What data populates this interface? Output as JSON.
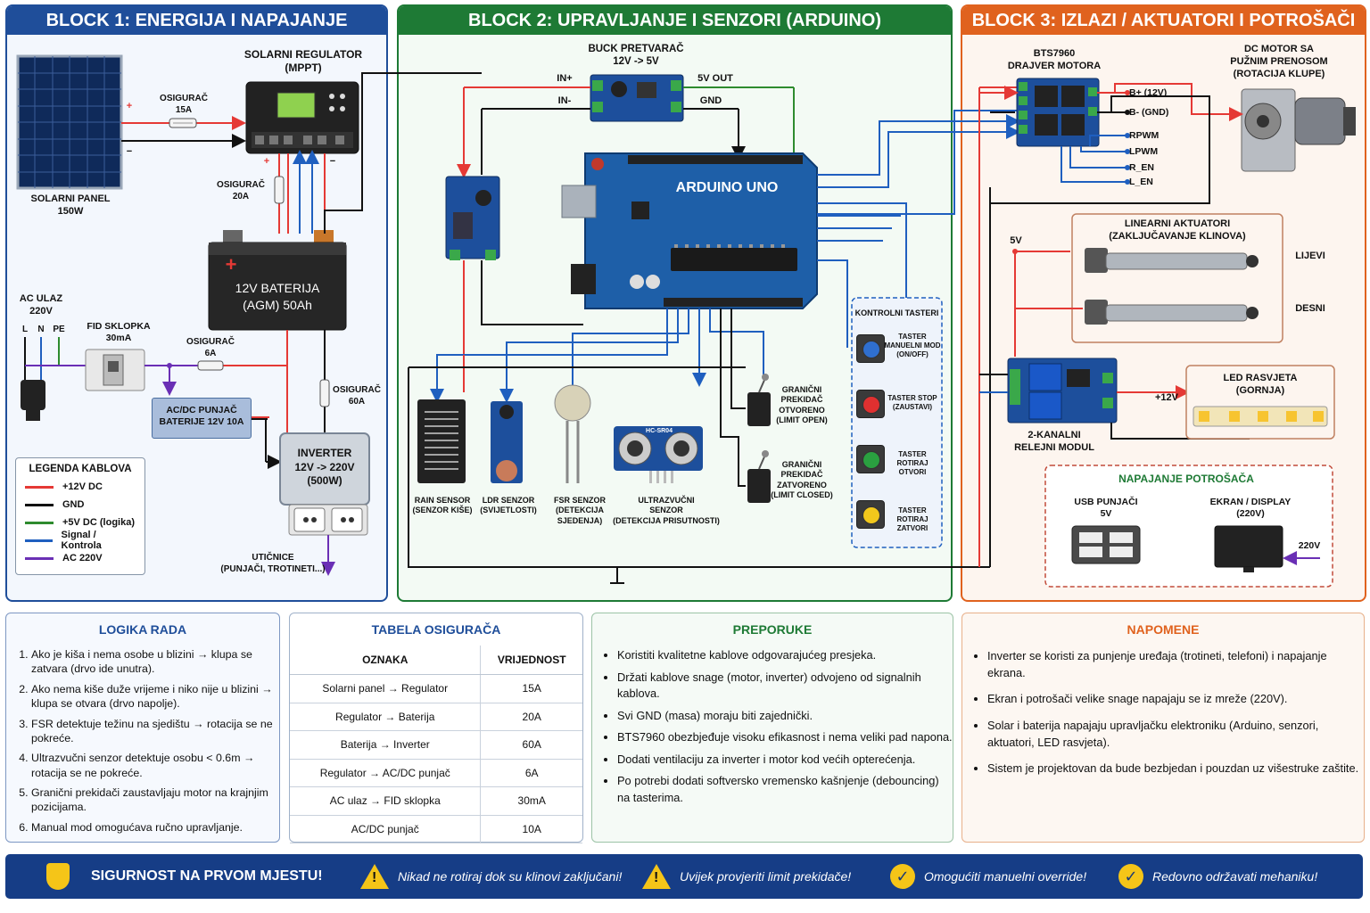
{
  "block1": {
    "title": "BLOCK 1: ENERGIJA I NAPAJANJE",
    "solar_panel_label": "SOLARNI PANEL\n150W",
    "regulator_label": "SOLARNI REGULATOR\n(MPPT)",
    "fuse1_label": "OSIGURAČ\n15A",
    "fuse2_label": "OSIGURAČ\n20A",
    "fuse3_label": "OSIGURAČ\n6A",
    "fuse4_label": "OSIGURAČ\n60A",
    "battery_label": "12V BATERIJA\n(AGM) 50Ah",
    "ac_input_label": "AC ULAZ\n220V",
    "ac_pins": [
      "L",
      "N",
      "PE"
    ],
    "rcd_label": "FID SKLOPKA\n30mA",
    "charger_label": "AC/DC PUNJAČ\nBATERIJE 12V 10A",
    "inverter_label": "INVERTER\n12V -> 220V\n(500W)",
    "sockets_label": "UTIČNICE\n(PUNJAČI, TROTINETI...)",
    "plus": "+",
    "minus": "−",
    "legend": {
      "title": "LEGENDA KABLOVA",
      "items": [
        {
          "label": "+12V DC",
          "color": "#e53935"
        },
        {
          "label": "GND",
          "color": "#111111"
        },
        {
          "label": "+5V DC (logika)",
          "color": "#2e8b2e"
        },
        {
          "label": "Signal / Kontrola",
          "color": "#1f5fbf"
        },
        {
          "label": "AC 220V",
          "color": "#6a2fb5"
        }
      ]
    }
  },
  "block2": {
    "title": "BLOCK 2: UPRAVLJANJE I SENZORI (ARDUINO)",
    "buck_label": "BUCK PRETVARAČ\n12V -> 5V",
    "buck_pins": {
      "in_plus": "IN+",
      "in_minus": "IN-",
      "out_5v": "5V OUT",
      "gnd": "GND"
    },
    "arduino_label": "ARDUINO UNO",
    "sensors": [
      {
        "label": "RAIN SENSOR\n(SENZOR KIŠE)"
      },
      {
        "label": "LDR SENZOR\n(SVIJETLOSTI)"
      },
      {
        "label": "FSR SENZOR\n(DETEKCIJA SJEDENJA)"
      },
      {
        "label": "ULTRAZVUČNI\nSENZOR\n(DETEKCIJA PRISUTNOSTI)"
      }
    ],
    "ultrasonic_chip": "HC-SR04",
    "limit_open": "GRANIČNI\nPREKIDAČ\nOTVORENO\n(LIMIT OPEN)",
    "limit_closed": "GRANIČNI\nPREKIDAČ\nZATVORENO\n(LIMIT CLOSED)",
    "buttons_title": "KONTROLNI TASTERI",
    "buttons": [
      {
        "label": "TASTER\nMANUELNI MOD\n(ON/OFF)",
        "color": "#2f6fcf"
      },
      {
        "label": "TASTER STOP\n(ZAUSTAVI)",
        "color": "#e03030"
      },
      {
        "label": "TASTER ROTIRAJ\nOTVORI",
        "color": "#2aa040"
      },
      {
        "label": "TASTER ROTIRAJ\nZATVORI",
        "color": "#f2c81c"
      }
    ]
  },
  "block3": {
    "title": "BLOCK 3: IZLAZI / AKTUATORI I POTROŠAČI",
    "driver_label": "BTS7960\nDRAJVER MOTORA",
    "driver_pins": [
      "B+ (12V)",
      "B- (GND)",
      "RPWM",
      "LPWM",
      "R_EN",
      "L_EN"
    ],
    "motor_label": "DC MOTOR SA\nPUŽNIM PRENOSOM\n(ROTACIJA KLUPE)",
    "actuators_label": "LINEARNI AKTUATORI\n(ZAKLJUČAVANJE KLINOVA)",
    "left_label": "LIJEVI",
    "right_label": "DESNI",
    "v5_label": "5V",
    "relay_label": "2-KANALNI\nRELEJNI MODUL",
    "led_label": "LED RASVJETA\n(GORNJA)",
    "v12_label": "+12V",
    "consumers_title": "NAPAJANJE POTROŠAČA",
    "usb_label": "USB PUNJAČI\n5V",
    "screen_label": "EKRAN / DISPLAY\n(220V)",
    "v220_label": "220V"
  },
  "logic": {
    "title": "LOGIKA RADA",
    "items": [
      "Ako je kiša i nema osobe u blizini → klupa se zatvara (drvo ide unutra).",
      "Ako nema kiše duže vrijeme i niko nije u blizini → klupa se otvara (drvo napolje).",
      "FSR detektuje težinu na sjedištu → rotacija se ne pokreće.",
      "Ultrazvučni senzor detektuje osobu < 0.6m → rotacija se ne pokreće.",
      "Granični prekidači zaustavljaju motor na krajnjim pozicijama.",
      "Manual mod omogućava ručno upravljanje."
    ]
  },
  "fuse_table": {
    "title": "TABELA OSIGURAČA",
    "headers": [
      "OZNAKA",
      "VRIJEDNOST"
    ],
    "rows": [
      [
        "Solarni panel → Regulator",
        "15A"
      ],
      [
        "Regulator → Baterija",
        "20A"
      ],
      [
        "Baterija → Inverter",
        "60A"
      ],
      [
        "Regulator → AC/DC punjač",
        "6A"
      ],
      [
        "AC ulaz → FID sklopka",
        "30mA"
      ],
      [
        "AC/DC punjač",
        "10A"
      ]
    ]
  },
  "recommendations": {
    "title": "PREPORUKE",
    "items": [
      "Koristiti kvalitetne kablove odgovarajućeg presjeka.",
      "Držati kablove snage (motor, inverter) odvojeno od signalnih kablova.",
      "Svi GND (masa) moraju biti zajednički.",
      "BTS7960 obezbjeđuje visoku efikasnost i nema veliki pad napona.",
      "Dodati ventilaciju za inverter i motor kod većih opterećenja.",
      "Po potrebi dodati softversko vremensko kašnjenje (debouncing) na tasterima."
    ]
  },
  "notes": {
    "title": "NAPOMENE",
    "items": [
      "Inverter se koristi za punjenje uređaja (trotineti, telefoni) i napajanje ekrana.",
      "Ekran i potrošači velike snage napajaju se iz mreže (220V).",
      "Solar i baterija napajaju upravljačku elektroniku (Arduino, senzori, aktuatori, LED rasvjeta).",
      "Sistem je projektovan da bude bezbjedan i pouzdan uz višestruke zaštite."
    ]
  },
  "banner": {
    "title": "SIGURNOST NA PRVOM MJESTU!",
    "items": [
      "Nikad ne rotiraj dok su klinovi zaključani!",
      "Uvijek provjeriti limit prekidače!",
      "Omogućiti manuelni override!",
      "Redovno održavati mehaniku!"
    ]
  },
  "colors": {
    "block1": "#1f4e9a",
    "block2": "#1e7a35",
    "block3": "#e0621e",
    "power": "#e53935",
    "gnd": "#111111",
    "logic5v": "#2e8b2e",
    "signal": "#1f5fbf",
    "ac": "#6a2fb5",
    "banner": "#163d86"
  }
}
